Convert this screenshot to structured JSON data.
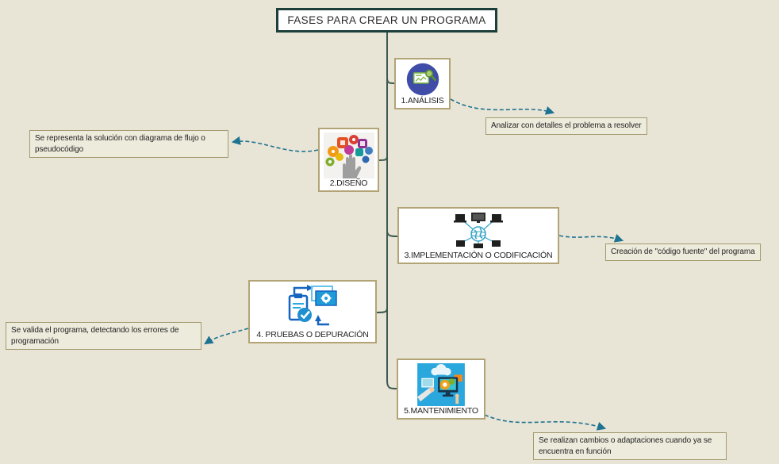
{
  "app": {
    "type": "mind-map"
  },
  "title": {
    "label": "FASES PARA CREAR UN PROGRAMA"
  },
  "colors": {
    "background": "#e9e5d6",
    "title_border": "#1c3f39",
    "branch_line": "#3d5a52",
    "connector_dashed": "#1e7391",
    "node_border": "#b2a476",
    "note_border": "#a39a6e",
    "note_background": "#edebdc",
    "text": "#222222"
  },
  "nodes": [
    {
      "label": "1.ANÁLISIS",
      "icon": "analysis-chart-magnifier-icon"
    },
    {
      "label": "2.DISEÑO",
      "icon": "design-hand-collage-icon"
    },
    {
      "label": "3.IMPLEMENTACIÓN O CODIFICACIÓN",
      "icon": "network-computers-globe-icon"
    },
    {
      "label": "4. PRUEBAS O DEPURACIÓN",
      "icon": "testing-clipboard-check-icon"
    },
    {
      "label": "5.MANTENIMIENTO",
      "icon": "maintenance-computer-icon"
    }
  ],
  "annotations": [
    {
      "text": "Analizar con detalles el problema a resolver"
    },
    {
      "text": "Se representa la solución con diagrama de flujo o pseudocódigo"
    },
    {
      "text": "Creación de \"código fuente\" del programa"
    },
    {
      "text": "Se valida el programa, detectando los errores de programación"
    },
    {
      "text": "Se realizan cambios o adaptaciones cuando ya se encuentra en función"
    }
  ]
}
